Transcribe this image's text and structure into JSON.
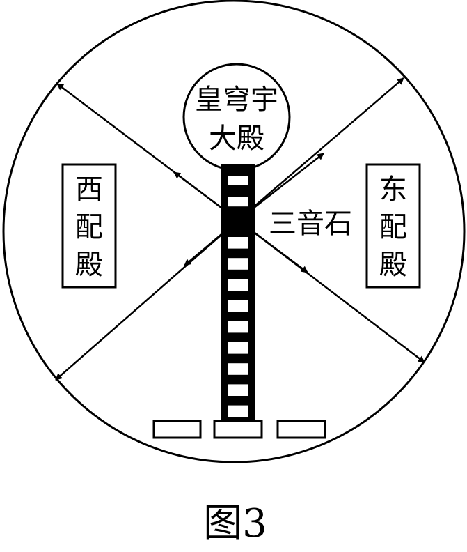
{
  "diagram": {
    "main_hall": {
      "line1": "皇穹宇",
      "line2": "大殿"
    },
    "west_hall": {
      "c1": "西",
      "c2": "配",
      "c3": "殿"
    },
    "east_hall": {
      "c1": "东",
      "c2": "配",
      "c3": "殿"
    },
    "stone_label": "三音石",
    "caption": "图3"
  }
}
